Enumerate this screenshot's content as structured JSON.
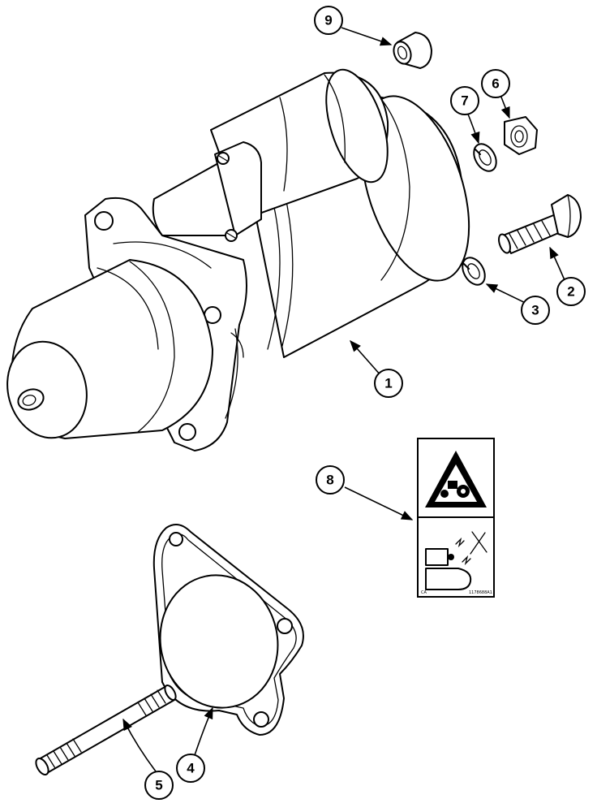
{
  "callouts": [
    {
      "id": "1",
      "label": "1"
    },
    {
      "id": "2",
      "label": "2"
    },
    {
      "id": "3",
      "label": "3"
    },
    {
      "id": "4",
      "label": "4"
    },
    {
      "id": "5",
      "label": "5"
    },
    {
      "id": "6",
      "label": "6"
    },
    {
      "id": "7",
      "label": "7"
    },
    {
      "id": "8",
      "label": "8"
    },
    {
      "id": "9",
      "label": "9"
    }
  ],
  "decal": {
    "top_icon": "warning-triangle-tractor-icon",
    "bottom_icon": "starter-spark-icon",
    "corner_text": "CA",
    "part_code": "1178688A1"
  }
}
